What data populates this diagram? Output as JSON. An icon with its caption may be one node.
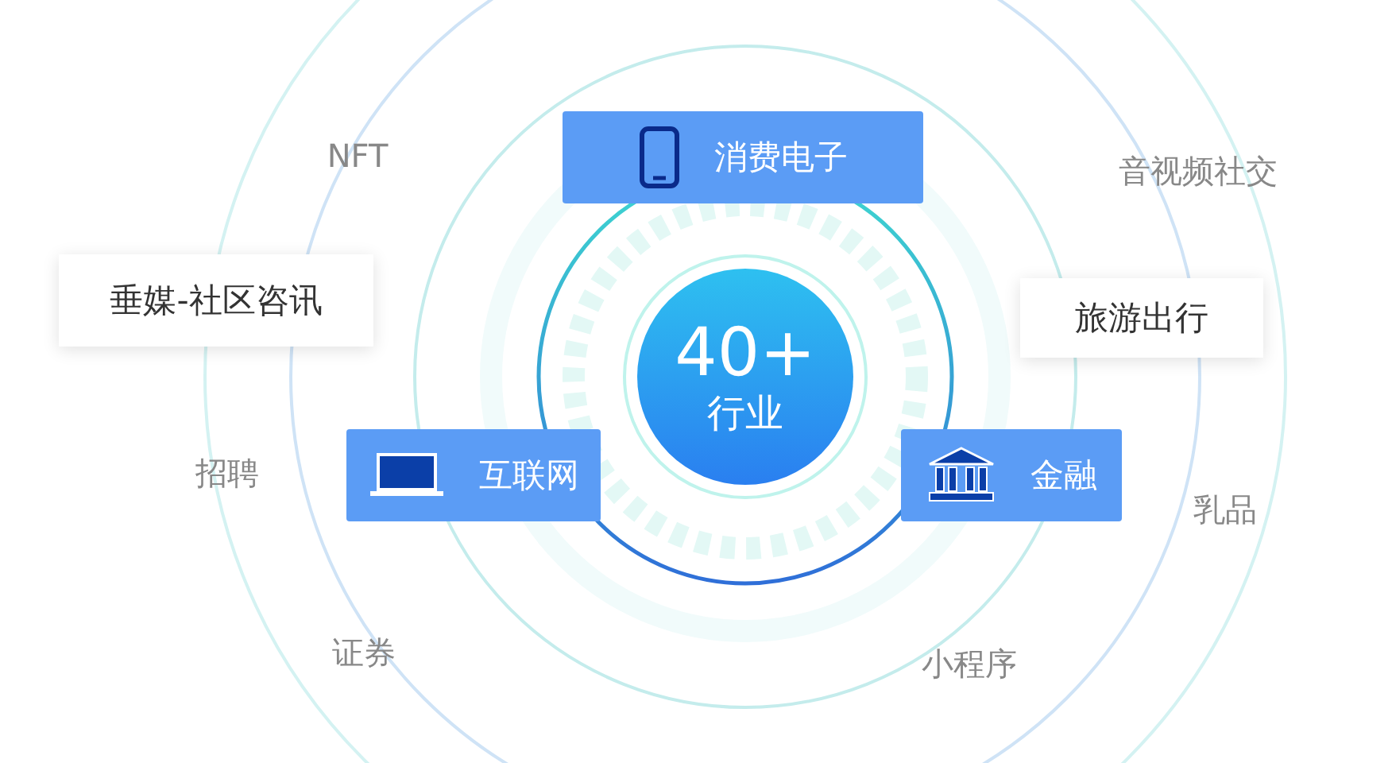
{
  "diagram": {
    "nodes": [
      {
        "text": [
          "40+",
          "行业"
        ]
      },
      {
        "text": [
          "消费电子"
        ]
      },
      {
        "text": [
          "互联网"
        ]
      },
      {
        "text": [
          "金融"
        ]
      },
      {
        "text": [
          "垂媒-社区咨讯"
        ]
      },
      {
        "text": [
          "旅游出行"
        ]
      }
    ],
    "labels": [
      "NFT",
      "音视频社交",
      "招聘",
      "乳品",
      "证券",
      "小程序"
    ]
  }
}
